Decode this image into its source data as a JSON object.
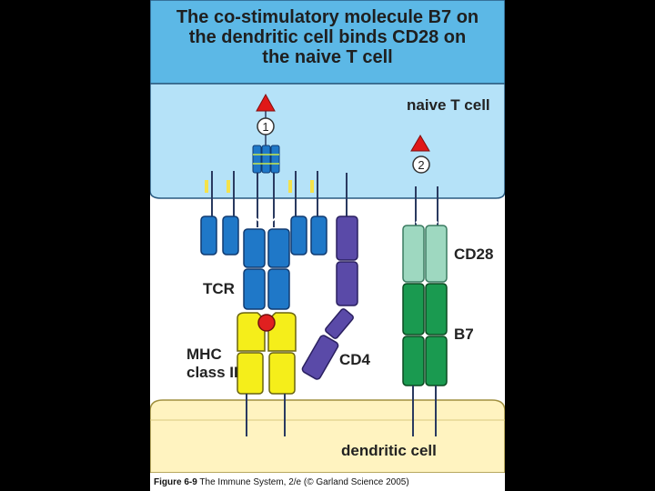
{
  "title_lines": [
    "The co-stimulatory molecule B7 on",
    "the dendritic cell binds CD28 on",
    "the naive T cell"
  ],
  "labels": {
    "t_cell": "naive T cell",
    "cd28": "CD28",
    "tcr": "TCR",
    "b7": "B7",
    "mhc_line1": "MHC",
    "mhc_line2": "class II",
    "cd4": "CD4",
    "dendritic_cell": "dendritic cell"
  },
  "signals": {
    "signal_1": "1",
    "signal_2": "2"
  },
  "caption": {
    "figure": "Figure 6-9",
    "source": "The Immune System, 2/e (© Garland Science 2005)"
  },
  "colors": {
    "title_band": "#5cb8e6",
    "t_cell_body": "#b5e2f8",
    "dendritic_cell_body": "#fff3c0",
    "tcr_blue": "#1f78c8",
    "mhc_yellow": "#f5ee1a",
    "cd4_purple": "#5a4aa8",
    "cd28_mint": "#9ed8c0",
    "b7_green": "#1a9a50",
    "signal_red": "#e01818",
    "peptide_red": "#e02020"
  }
}
